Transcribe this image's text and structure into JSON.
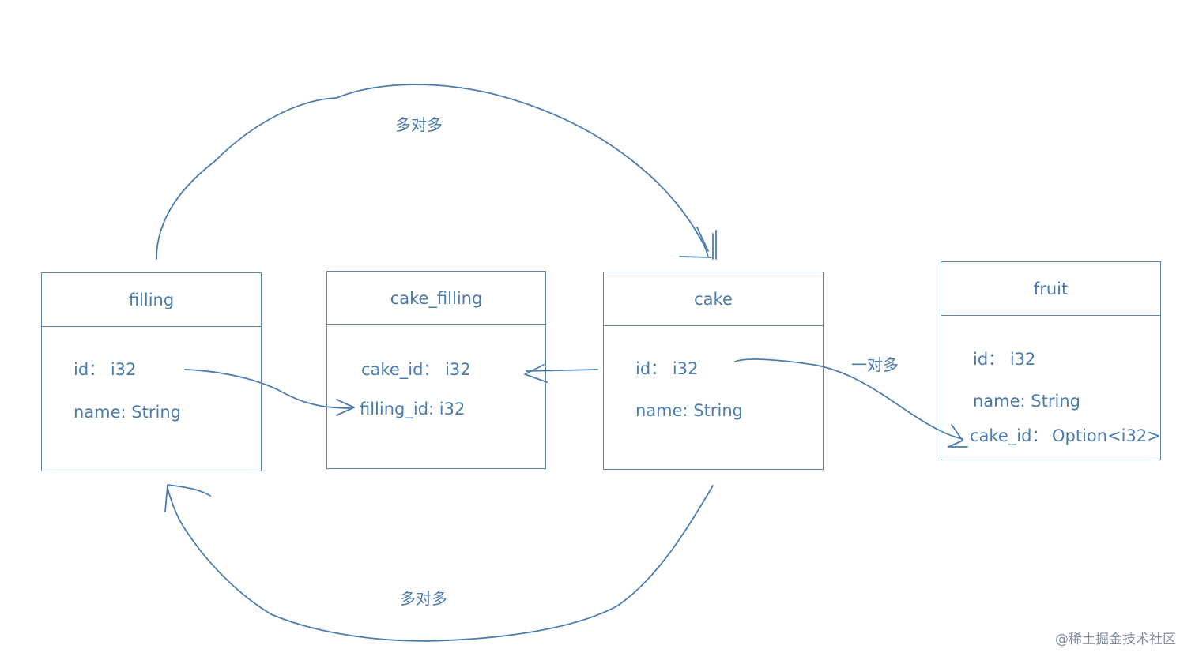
{
  "entities": {
    "filling": {
      "title": "filling",
      "fields": [
        "id： i32",
        "name: String"
      ]
    },
    "cake_filling": {
      "title": "cake_filling",
      "fields": [
        "cake_id： i32",
        "filling_id: i32"
      ]
    },
    "cake": {
      "title": "cake",
      "fields": [
        "id： i32",
        "name: String"
      ]
    },
    "fruit": {
      "title": "fruit",
      "fields": [
        "id： i32",
        "name: String",
        "cake_id：",
        "Option<i32>"
      ]
    }
  },
  "relations": {
    "top": "多对多",
    "bottom": "多对多",
    "cake_fruit": "一对多"
  },
  "watermark": "@稀土掘金技术社区",
  "colors": {
    "stroke": "#4b7db0",
    "text": "#4a7cae",
    "box_border": "#5c84ad",
    "watermark": "#7f8ea3",
    "background": "#ffffff"
  }
}
